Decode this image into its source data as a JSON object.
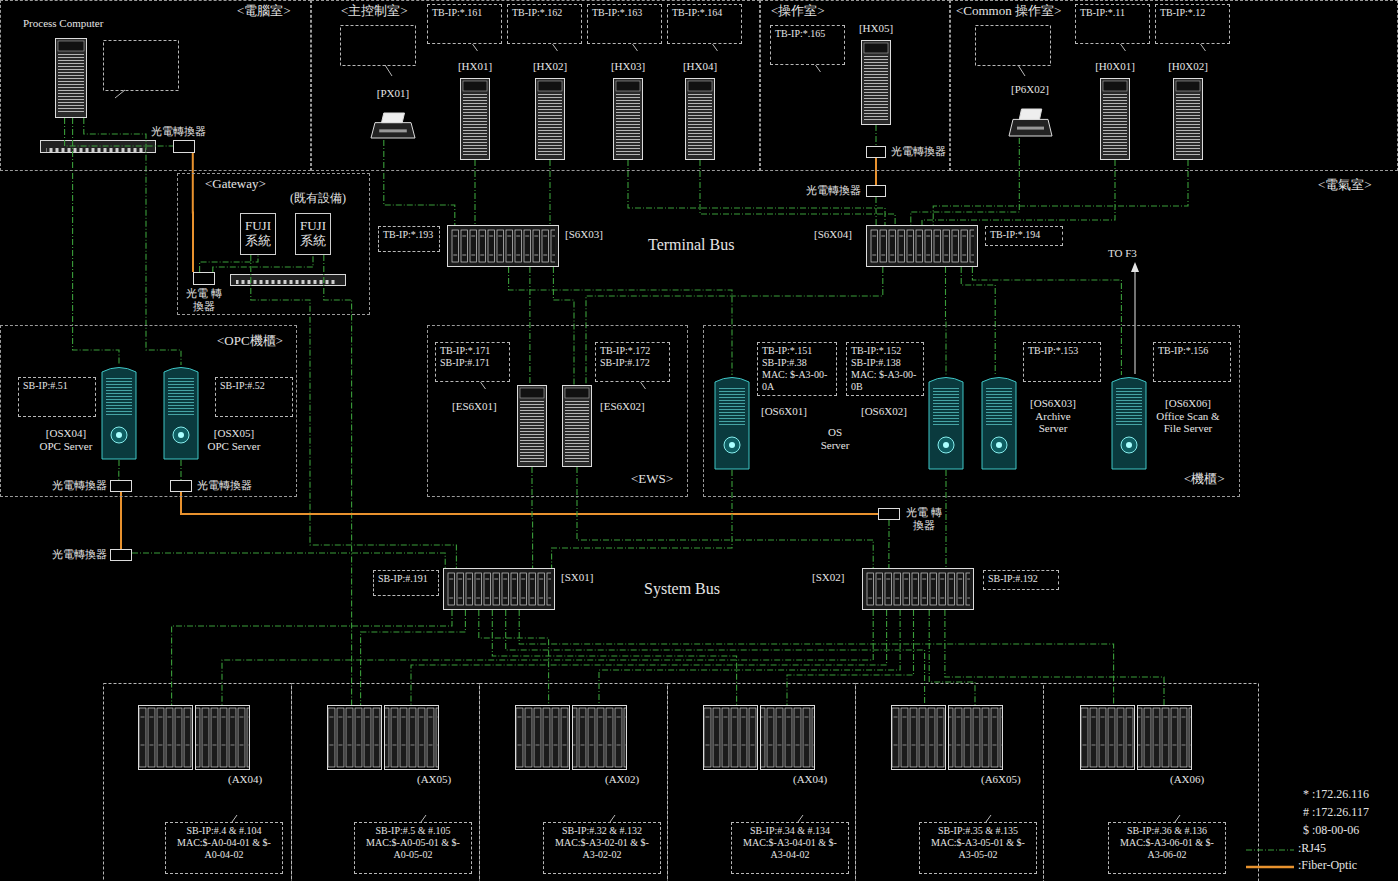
{
  "diagram": {
    "nodes": [
      {
        "text": [
          "<電腦室>"
        ]
      },
      {
        "text": [
          "Process Computer"
        ],
        "in": 0
      },
      {
        "text": [
          "光電轉換器"
        ],
        "in": 0
      },
      {
        "text": [
          "<主控制室>"
        ]
      },
      {
        "text": [
          "[PX01]"
        ],
        "in": 3
      },
      {
        "text": [
          "TB-IP:*.161"
        ],
        "in": 3
      },
      {
        "text": [
          "[HX01]"
        ],
        "in": 3
      },
      {
        "text": [
          "TB-IP:*.162"
        ],
        "in": 3
      },
      {
        "text": [
          "[HX02]"
        ],
        "in": 3
      },
      {
        "text": [
          "TB-IP:*.163"
        ],
        "in": 3
      },
      {
        "text": [
          "[HX03]"
        ],
        "in": 3
      },
      {
        "text": [
          "TB-IP:*.164"
        ],
        "in": 3
      },
      {
        "text": [
          "[HX04]"
        ],
        "in": 3
      },
      {
        "text": [
          "<操作室>"
        ]
      },
      {
        "text": [
          "TB-IP:*.165"
        ],
        "in": 13
      },
      {
        "text": [
          "[HX05]"
        ],
        "in": 13
      },
      {
        "text": [
          "光電轉換器"
        ],
        "in": 13
      },
      {
        "text": [
          "<Common 操作室>"
        ]
      },
      {
        "text": [
          "[P6X02]"
        ],
        "in": 17
      },
      {
        "text": [
          "TB-IP:*.11"
        ],
        "in": 17
      },
      {
        "text": [
          "[H0X01]"
        ],
        "in": 17
      },
      {
        "text": [
          "TB-IP:*.12"
        ],
        "in": 17
      },
      {
        "text": [
          "[H0X02]"
        ],
        "in": 17
      },
      {
        "text": [
          "<Gateway>",
          "(既有設備)"
        ]
      },
      {
        "text": [
          "FUJI 系統"
        ],
        "in": 23
      },
      {
        "text": [
          "FUJI 系統"
        ],
        "in": 23
      },
      {
        "text": [
          "光電 轉換器"
        ],
        "in": 23
      },
      {
        "text": [
          "TB-IP:*.193"
        ]
      },
      {
        "text": [
          "[S6X03]"
        ]
      },
      {
        "text": [
          "光電轉換器"
        ]
      },
      {
        "text": [
          "[S6X04]"
        ]
      },
      {
        "text": [
          "TB-IP:*.194"
        ]
      },
      {
        "text": [
          "<OPC機櫃>"
        ]
      },
      {
        "text": [
          "SB-IP:#.51"
        ],
        "in": 32
      },
      {
        "text": [
          "[OSX04] OPC Server"
        ],
        "in": 32
      },
      {
        "text": [
          "[OSX05] OPC Server"
        ],
        "in": 32
      },
      {
        "text": [
          "SB-IP:#.52"
        ],
        "in": 32
      },
      {
        "text": [
          "光電轉換器"
        ],
        "in": 32
      },
      {
        "text": [
          "光電轉換器"
        ],
        "in": 32
      },
      {
        "text": [
          "<EWS>"
        ]
      },
      {
        "text": [
          "TB-IP:*.171",
          "SB-IP:#.171"
        ],
        "in": 39
      },
      {
        "text": [
          "TB-IP:*.172",
          "SB-IP:#.172"
        ],
        "in": 39
      },
      {
        "text": [
          "[ES6X01]"
        ],
        "in": 39
      },
      {
        "text": [
          "[ES6X02]"
        ],
        "in": 39
      },
      {
        "text": [
          "<機櫃>"
        ]
      },
      {
        "text": [
          "TB-IP:*.151",
          "SB-IP:#.38",
          "MAC: $-A3-00-0A"
        ],
        "in": 44
      },
      {
        "text": [
          "TB-IP:*.152",
          "SB-IP:#.138",
          "MAC: $-A3-00-0B"
        ],
        "in": 44
      },
      {
        "text": [
          "TB-IP:*.153"
        ],
        "in": 44
      },
      {
        "text": [
          "TB-IP:*.156"
        ],
        "in": 44
      },
      {
        "text": [
          "[OS6X01]"
        ],
        "in": 44
      },
      {
        "text": [
          "[OS6X02]"
        ],
        "in": 44
      },
      {
        "text": [
          "[OS6X03] Archive Server"
        ],
        "in": 44
      },
      {
        "text": [
          "[OS6X06] Office Scan & File Server"
        ],
        "in": 44
      },
      {
        "text": [
          "光電轉換器"
        ]
      },
      {
        "text": [
          "光電 轉換器"
        ]
      },
      {
        "text": [
          "SB-IP:#.191"
        ]
      },
      {
        "text": [
          "[SX01]"
        ]
      },
      {
        "text": [
          "[SX02]"
        ]
      },
      {
        "text": [
          "SB-IP:#.192"
        ]
      },
      {
        "text": [
          "(AX04)"
        ]
      },
      {
        "text": [
          "SB-IP:#.4 & #.104",
          "MAC:$-A0-04-01 & $-A0-04-02"
        ]
      },
      {
        "text": [
          "(AX05)"
        ]
      },
      {
        "text": [
          "SB-IP:#.5 & #.105",
          "MAC:$-A0-05-01 & $-A0-05-02"
        ]
      },
      {
        "text": [
          "(AX02)"
        ]
      },
      {
        "text": [
          "SB-IP:#.32 & #.132",
          "MAC:$-A3-02-01 & $-A3-02-02"
        ]
      },
      {
        "text": [
          "(AX04)"
        ]
      },
      {
        "text": [
          "SB-IP:#.34 & #.134",
          "MAC:$-A3-04-01 & $-A3-04-02"
        ]
      },
      {
        "text": [
          "(A6X05)"
        ]
      },
      {
        "text": [
          "SB-IP:#.35 & #.135",
          "MAC:$-A3-05-01 & $-A3-05-02"
        ]
      },
      {
        "text": [
          "(AX06)"
        ]
      },
      {
        "text": [
          "SB-IP:#.36 & #.136",
          "MAC:$-A3-06-01 & $-A3-06-02"
        ]
      }
    ],
    "edges": [
      {
        "from": 1,
        "to": 34,
        "arrow": "none"
      },
      {
        "from": 1,
        "to": 35,
        "arrow": "none"
      },
      {
        "from": 1,
        "to": 2,
        "arrow": "none"
      },
      {
        "from": 2,
        "to": 26,
        "arrow": "none"
      },
      {
        "from": 26,
        "to": 24,
        "arrow": "none"
      },
      {
        "from": 26,
        "to": 25,
        "arrow": "none"
      },
      {
        "from": 24,
        "to": 56,
        "arrow": "none"
      },
      {
        "from": 25,
        "to": 61,
        "arrow": "none"
      },
      {
        "from": 4,
        "to": 28,
        "arrow": "none"
      },
      {
        "from": 6,
        "to": 28,
        "arrow": "none"
      },
      {
        "from": 8,
        "to": 28,
        "arrow": "none"
      },
      {
        "from": 10,
        "to": 30,
        "arrow": "none"
      },
      {
        "from": 12,
        "to": 30,
        "arrow": "none"
      },
      {
        "from": 15,
        "to": 16,
        "arrow": "none"
      },
      {
        "from": 16,
        "to": 29,
        "arrow": "none"
      },
      {
        "from": 29,
        "to": 30,
        "arrow": "none"
      },
      {
        "from": 18,
        "to": 30,
        "arrow": "none"
      },
      {
        "from": 20,
        "to": 30,
        "arrow": "none"
      },
      {
        "from": 22,
        "to": 30,
        "arrow": "none"
      },
      {
        "from": 28,
        "to": 42,
        "arrow": "none"
      },
      {
        "from": 28,
        "to": 43,
        "arrow": "none"
      },
      {
        "from": 28,
        "to": 49,
        "arrow": "none"
      },
      {
        "from": 30,
        "to": 43,
        "arrow": "none"
      },
      {
        "from": 30,
        "to": 50,
        "arrow": "none"
      },
      {
        "from": 30,
        "to": 51,
        "arrow": "none"
      },
      {
        "from": 30,
        "to": 52,
        "arrow": "none"
      },
      {
        "from": 34,
        "to": 37,
        "arrow": "none"
      },
      {
        "from": 35,
        "to": 38,
        "arrow": "none"
      },
      {
        "from": 37,
        "to": 53,
        "arrow": "none"
      },
      {
        "from": 38,
        "to": 54,
        "arrow": "none"
      },
      {
        "from": 53,
        "to": 56,
        "arrow": "none"
      },
      {
        "from": 42,
        "to": 56,
        "arrow": "none"
      },
      {
        "from": 43,
        "to": 57,
        "arrow": "none"
      },
      {
        "from": 49,
        "to": 56,
        "arrow": "none"
      },
      {
        "from": 50,
        "to": 57,
        "arrow": "none"
      },
      {
        "from": 54,
        "to": 57,
        "arrow": "none"
      },
      {
        "from": 56,
        "to": 59,
        "arrow": "none"
      },
      {
        "from": 56,
        "to": 61,
        "arrow": "none"
      },
      {
        "from": 56,
        "to": 63,
        "arrow": "none"
      },
      {
        "from": 56,
        "to": 65,
        "arrow": "none"
      },
      {
        "from": 56,
        "to": 67,
        "arrow": "none"
      },
      {
        "from": 56,
        "to": 69,
        "arrow": "none"
      },
      {
        "from": 57,
        "to": 59,
        "arrow": "none"
      },
      {
        "from": 57,
        "to": 61,
        "arrow": "none"
      },
      {
        "from": 57,
        "to": 63,
        "arrow": "none"
      },
      {
        "from": 57,
        "to": 65,
        "arrow": "none"
      },
      {
        "from": 57,
        "to": 67,
        "arrow": "none"
      },
      {
        "from": 57,
        "to": 69,
        "arrow": "none"
      }
    ],
    "labels": [
      "<電氣室>",
      "Terminal Bus",
      "System Bus",
      "TO F3",
      "OS Server",
      "* :172.26.116",
      "# :172.26.117",
      "$ :08-00-06"
    ],
    "legend": [
      {
        "text": ":RJ45"
      },
      {
        "text": ":Fiber-Optic"
      }
    ]
  }
}
